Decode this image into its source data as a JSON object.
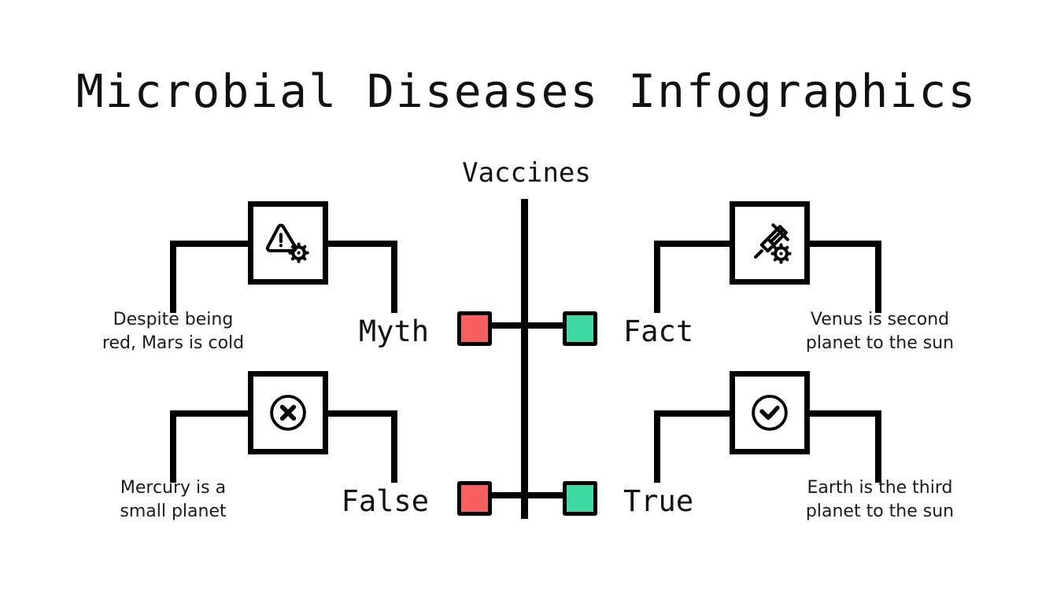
{
  "slide": {
    "title": "Microbial Diseases Infographics",
    "background_color": "#ffffff",
    "line_color": "#000000",
    "text_color": "#111111"
  },
  "center": {
    "label": "Vaccines",
    "red_color": "#F85F5F",
    "green_color": "#3DD9A0"
  },
  "branches": [
    {
      "id": "myth",
      "side": "left",
      "row": "top",
      "verdict": "Myth",
      "icon": "warning-virus-icon",
      "chip_color": "#F85F5F",
      "description_lines": [
        "Despite being",
        "red, Mars is cold"
      ]
    },
    {
      "id": "fact",
      "side": "right",
      "row": "top",
      "verdict": "Fact",
      "icon": "syringe-virus-icon",
      "chip_color": "#3DD9A0",
      "description_lines": [
        "Venus is second",
        "planet to the sun"
      ]
    },
    {
      "id": "false",
      "side": "left",
      "row": "bottom",
      "verdict": "False",
      "icon": "circle-cross-icon",
      "chip_color": "#F85F5F",
      "description_lines": [
        "Mercury is a",
        "small planet"
      ]
    },
    {
      "id": "true",
      "side": "right",
      "row": "bottom",
      "verdict": "True",
      "icon": "circle-check-icon",
      "chip_color": "#3DD9A0",
      "description_lines": [
        "Earth is the third",
        "planet to the sun"
      ]
    }
  ]
}
